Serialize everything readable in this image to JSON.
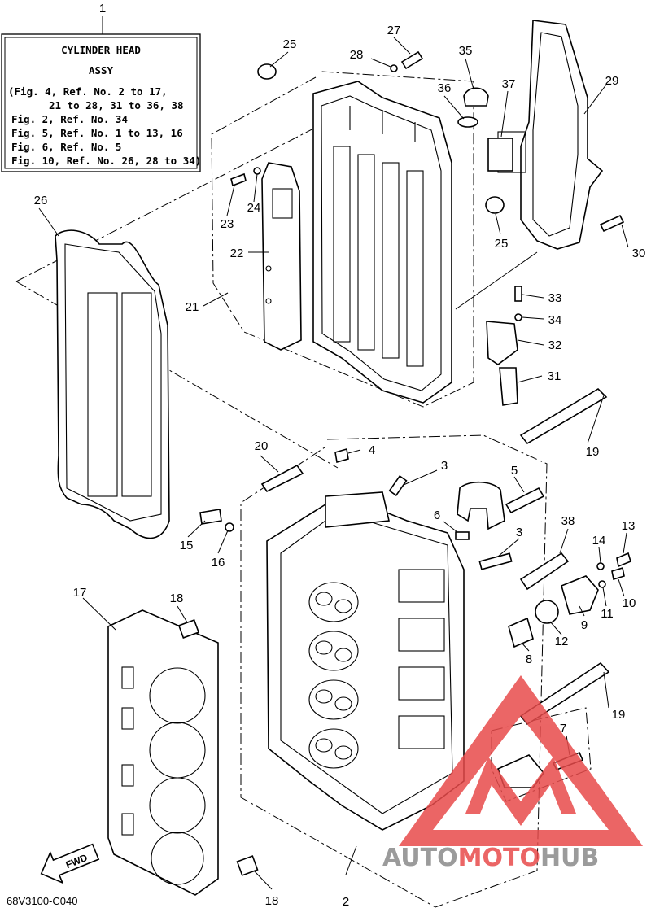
{
  "assembly_box": {
    "ref": "1",
    "title": "CYLINDER HEAD",
    "subtitle": "ASSY",
    "lines": [
      "(Fig. 4, Ref. No. 2 to 17,",
      "21 to 28, 31 to 36, 38",
      "Fig. 2, Ref. No. 34",
      "Fig. 5, Ref. No. 1 to 13, 16",
      "Fig. 6, Ref. No. 5",
      "Fig. 10, Ref. No. 26, 28 to 34)"
    ]
  },
  "callouts": {
    "c1": "1",
    "c2": "2",
    "c3a": "3",
    "c3b": "3",
    "c4": "4",
    "c5": "5",
    "c6": "6",
    "c7": "7",
    "c8": "8",
    "c9": "9",
    "c10": "10",
    "c11": "11",
    "c12": "12",
    "c13": "13",
    "c14": "14",
    "c15": "15",
    "c16": "16",
    "c17": "17",
    "c18a": "18",
    "c18b": "18",
    "c19a": "19",
    "c19b": "19",
    "c20": "20",
    "c21": "21",
    "c22": "22",
    "c23": "23",
    "c24": "24",
    "c25a": "25",
    "c25b": "25",
    "c26": "26",
    "c27": "27",
    "c28": "28",
    "c29": "29",
    "c30": "30",
    "c31": "31",
    "c32": "32",
    "c33": "33",
    "c34": "34",
    "c35": "35",
    "c36": "36",
    "c37": "37",
    "c38": "38"
  },
  "fwd_label": "FWD",
  "diagram_code": "68V3100-C040",
  "watermark": {
    "part1": "AUTO",
    "part2": "MOTO",
    "part3": "HUB",
    "color_dark": "#8a8a8a",
    "color_accent": "#e84b4b"
  }
}
